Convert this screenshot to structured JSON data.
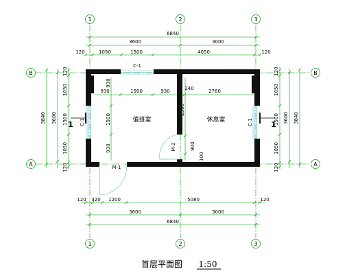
{
  "title": "首层平面图",
  "scale": "1:50",
  "rooms": {
    "duty": "值班室",
    "rest": "休息室"
  },
  "grid_axes": {
    "v1": "1",
    "v2": "2",
    "v3": "3",
    "hA": "A",
    "hB": "B"
  },
  "labels": {
    "window_top": "C-1",
    "window_left": "C-1",
    "window_right": "C-1",
    "door_entry": "M-1",
    "door_inner": "M-2",
    "section_left": "1",
    "section_right": "1"
  },
  "dims": {
    "top_total": "6840",
    "top_bay1": "3600",
    "top_bay2": "3000",
    "top_d120_l": "120",
    "top_d1050": "1050",
    "top_d1500": "1500",
    "top_d4050": "4050",
    "top_d120_r": "120",
    "in_930_a": "930",
    "in_1500": "1500",
    "in_930_b": "930",
    "in_240": "240",
    "in_2760": "2760",
    "in_v930_top": "930",
    "in_v1500": "1500",
    "in_v930_bot": "930",
    "in_2360": "2360",
    "in_900": "900",
    "in_100": "100",
    "bot_120_l": "120",
    "bot_320": "320",
    "bot_1200": "1200",
    "bot_5080": "5080",
    "bot_120_r": "120",
    "bot_bay1": "3600",
    "bot_bay2": "3000",
    "bot_total": "6840",
    "left_120_top": "120",
    "left_1050_a": "1050",
    "left_1500": "1500",
    "left_1050_b": "1050",
    "left_120_bot": "120",
    "left_3600": "3600",
    "left_3840": "3840",
    "right_120_top": "120",
    "right_1050_a": "1050",
    "right_1500": "1500",
    "right_1050_b": "1050",
    "right_120_bot": "120",
    "right_3600": "3600",
    "right_3840": "3840"
  }
}
